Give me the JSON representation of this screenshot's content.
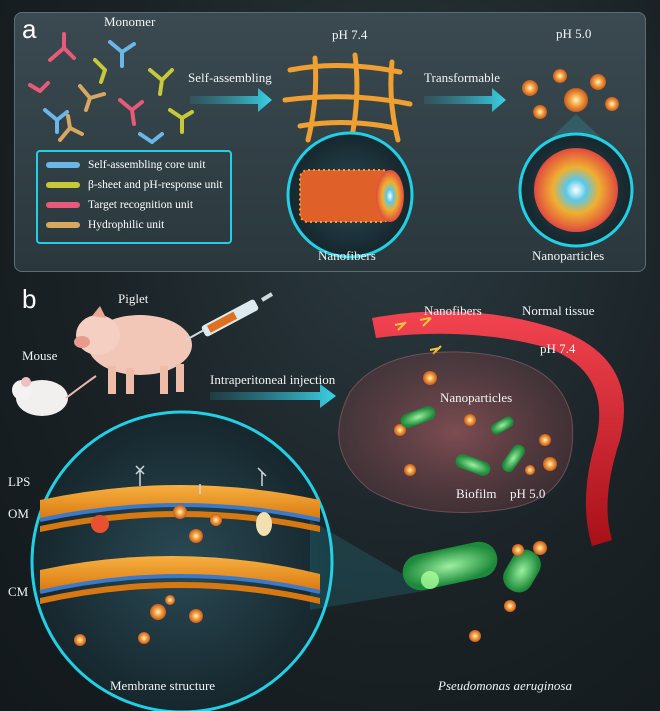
{
  "panel_a": {
    "letter": "a",
    "monomer": "Monomer",
    "ph_neutral": "pH 7.4",
    "ph_acidic": "pH 5.0",
    "self_assembling": "Self-assembling",
    "transformable": "Transformable",
    "nanofibers": "Nanofibers",
    "nanoparticles": "Nanoparticles",
    "legend": [
      {
        "label": "Self-assembling core unit",
        "color": "#6ab7e8"
      },
      {
        "label": "β-sheet and pH-response unit",
        "color": "#c8c83a"
      },
      {
        "label": "Target recognition unit",
        "color": "#e85a78"
      },
      {
        "label": "Hydrophilic unit",
        "color": "#d8a860"
      }
    ]
  },
  "panel_b": {
    "letter": "b",
    "piglet": "Piglet",
    "mouse": "Mouse",
    "injection": "Intraperitoneal injection",
    "nanofibers": "Nanofibers",
    "normal_tissue": "Normal tissue",
    "ph_neutral": "pH 7.4",
    "nanoparticles": "Nanoparticles",
    "biofilm": "Biofilm",
    "ph_acidic": "pH 5.0",
    "lps": "LPS",
    "om": "OM",
    "cm": "CM",
    "membrane_structure": "Membrane structure",
    "bacterium": "Pseudomonas aeruginosa"
  },
  "colors": {
    "accent": "#22d0e6",
    "vessel": "#d81e2a",
    "fiber": "#f0a030",
    "bacteria": "#3fbf5a",
    "membrane": "#f09a20"
  }
}
